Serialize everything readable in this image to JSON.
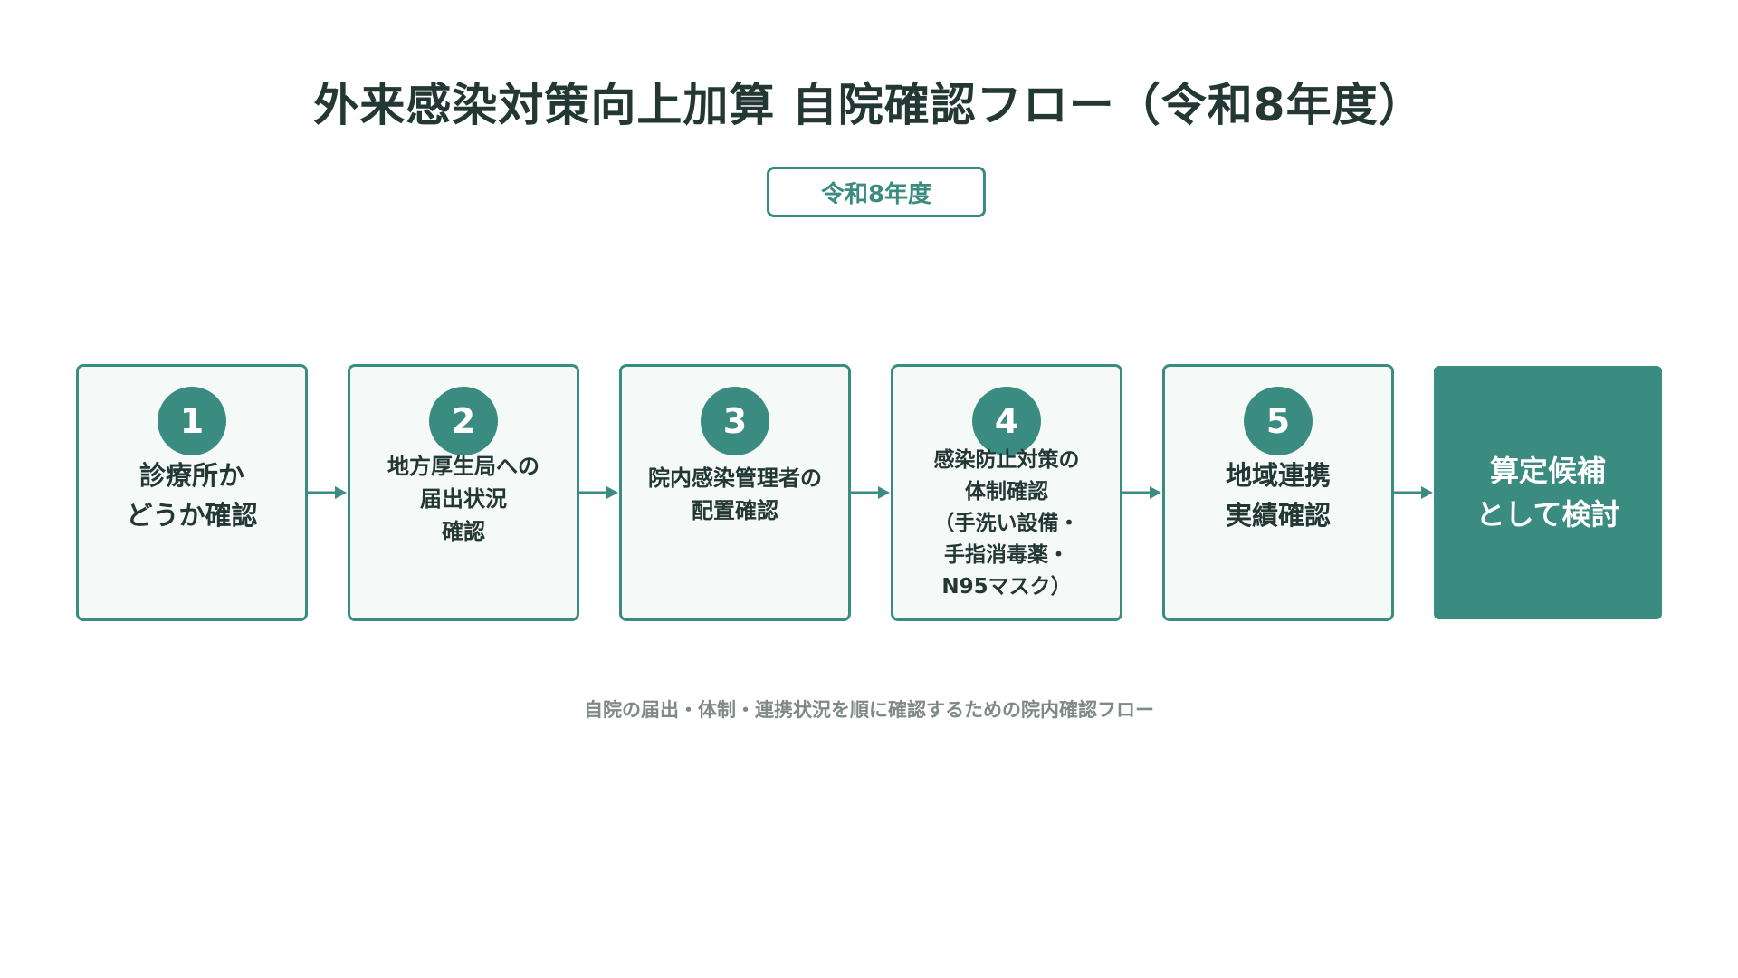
{
  "title": "外来感染対策向上加算 自院確認フロー（令和8年度）",
  "year_badge": "令和8年度",
  "steps": [
    {
      "number": "1",
      "text": "診療所か\nどうか確認"
    },
    {
      "number": "2",
      "text": "地方厚生局への\n届出状況\n確認"
    },
    {
      "number": "3",
      "text": "院内感染管理者の\n配置確認"
    },
    {
      "number": "4",
      "text": "感染防止対策の\n体制確認\n（手洗い設備・\n手指消毒薬・\nN95マスク）"
    },
    {
      "number": "5",
      "text": "地域連携\n実績確認"
    }
  ],
  "final_step": {
    "text": "算定候補\nとして検討"
  },
  "caption": "自院の届出・体制・連携状況を順に確認するための院内確認フロー",
  "colors": {
    "accent": "#3b8c80",
    "box_fill": "#f5f9f8",
    "title_text": "#233733",
    "caption_text": "#7f8a88"
  },
  "icons": {
    "connector": "arrow-right-icon"
  }
}
